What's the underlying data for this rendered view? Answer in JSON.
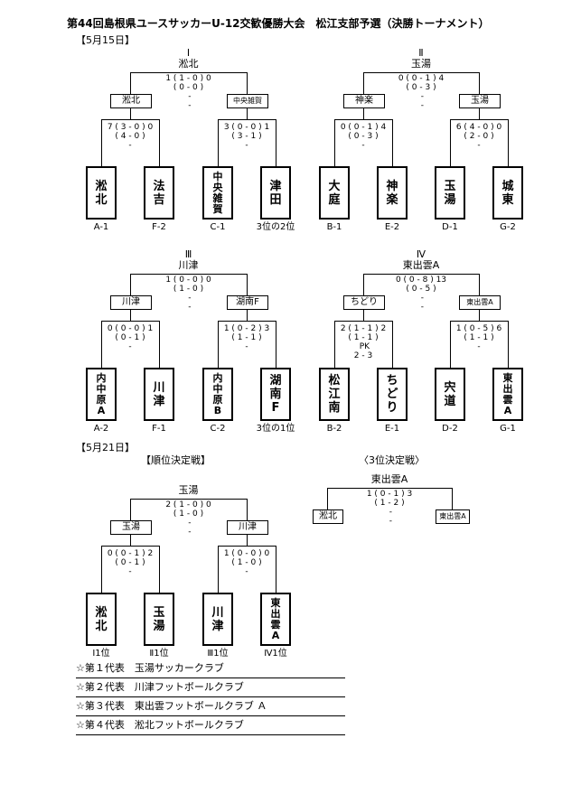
{
  "header": {
    "title": "第44回島根県ユースサッカーU-12交歓優勝大会　松江支部予選（決勝トーナメント）",
    "date1": "【5月15日】",
    "date2": "【5月21日】",
    "section_rank": "【順位決定戦】",
    "section_third": "〈3位決定戦〉"
  },
  "blocks": [
    {
      "roman": "Ⅰ",
      "winner": "淞北",
      "final_score": "1 ( 1 - 0 ) 0\n  ( 0 - 0 )  \n       -      \n       -      ",
      "left_semi": "淞北",
      "right_semi": "中央雑賀",
      "left_score": "7 ( 3 - 0 ) 0\n  ( 4 - 0 )  \n      -      ",
      "right_score": "3 ( 0 - 0 ) 1\n  ( 3 - 1 )  \n      -      ",
      "teams": [
        {
          "name": "淞\n北",
          "code": "A-1"
        },
        {
          "name": "法\n吉",
          "code": "F-2"
        },
        {
          "name": "中\n央\n雑\n賀",
          "code": "C-1"
        },
        {
          "name": "津\n田",
          "code": "3位の2位"
        }
      ]
    },
    {
      "roman": "Ⅱ",
      "winner": "玉湯",
      "final_score": "0 ( 0 - 1 ) 4\n  ( 0 - 3 )  \n       -      \n       -      ",
      "left_semi": "神楽",
      "right_semi": "玉湯",
      "left_score": "0 ( 0 - 1 ) 4\n  ( 0 - 3 )  \n      -      ",
      "right_score": "6 ( 4 - 0 ) 0\n  ( 2 - 0 )  \n      -      ",
      "teams": [
        {
          "name": "大\n庭",
          "code": "B-1"
        },
        {
          "name": "神\n楽",
          "code": "E-2"
        },
        {
          "name": "玉\n湯",
          "code": "D-1"
        },
        {
          "name": "城\n東",
          "code": "G-2"
        }
      ]
    },
    {
      "roman": "Ⅲ",
      "winner": "川津",
      "final_score": "1 ( 0 - 0 ) 0\n  ( 1 - 0 )  \n       -      \n       -      ",
      "left_semi": "川津",
      "right_semi": "湖南F",
      "left_score": "0 ( 0 - 0 ) 1\n  ( 0 - 1 )  \n      -      ",
      "right_score": "1 ( 0 - 2 ) 3\n  ( 1 - 1 )  \n      -      ",
      "teams": [
        {
          "name": "内\n中\n原\nA",
          "code": "A-2"
        },
        {
          "name": "川\n津",
          "code": "F-1"
        },
        {
          "name": "内\n中\n原\nB",
          "code": "C-2"
        },
        {
          "name": "湖\n南\nF",
          "code": "3位の1位"
        }
      ]
    },
    {
      "roman": "Ⅳ",
      "winner": "東出雲A",
      "final_score": "0 ( 0 - 8 ) 13\n  ( 0 - 5 )  \n       -      \n       -      ",
      "left_semi": "ちどり",
      "right_semi": "東出雲A",
      "left_score": "2 ( 1 - 1 ) 2\n  ( 1 - 1 )  \n      PK     \n    2 - 3    ",
      "right_score": "1 ( 0 - 5 ) 6\n  ( 1 - 1 )  \n      -      ",
      "teams": [
        {
          "name": "松\n江\n南",
          "code": "B-2"
        },
        {
          "name": "ち\nど\nり",
          "code": "E-1"
        },
        {
          "name": "宍\n道",
          "code": "D-2"
        },
        {
          "name": "東\n出\n雲\nA",
          "code": "G-1"
        }
      ]
    }
  ],
  "rank": {
    "winner": "玉湯",
    "final_score": "2 ( 1 - 0 ) 0\n  ( 1 - 0 )  \n       -      \n       -      ",
    "left_semi": "玉湯",
    "right_semi": "川津",
    "left_score": "0 ( 0 - 1 ) 2\n  ( 0 - 1 )  \n      -      ",
    "right_score": "1 ( 0 - 0 ) 0\n  ( 1 - 0 )  \n      -      ",
    "teams": [
      {
        "name": "淞\n北",
        "code": "Ⅰ1位"
      },
      {
        "name": "玉\n湯",
        "code": "Ⅱ1位"
      },
      {
        "name": "川\n津",
        "code": "Ⅲ1位"
      },
      {
        "name": "東\n出\n雲\nA",
        "code": "Ⅳ1位"
      }
    ]
  },
  "third": {
    "winner": "東出雲A",
    "left": "淞北",
    "right": "東出雲A",
    "score": "1 ( 0 - 1 ) 3\n  ( 1 - 2 )  \n       -      \n       -      "
  },
  "representatives": [
    "☆第１代表　玉湯サッカークラブ",
    "☆第２代表　川津フットボールクラブ",
    "☆第３代表　東出雲フットボールクラブ Ａ",
    "☆第４代表　淞北フットボールクラブ"
  ]
}
